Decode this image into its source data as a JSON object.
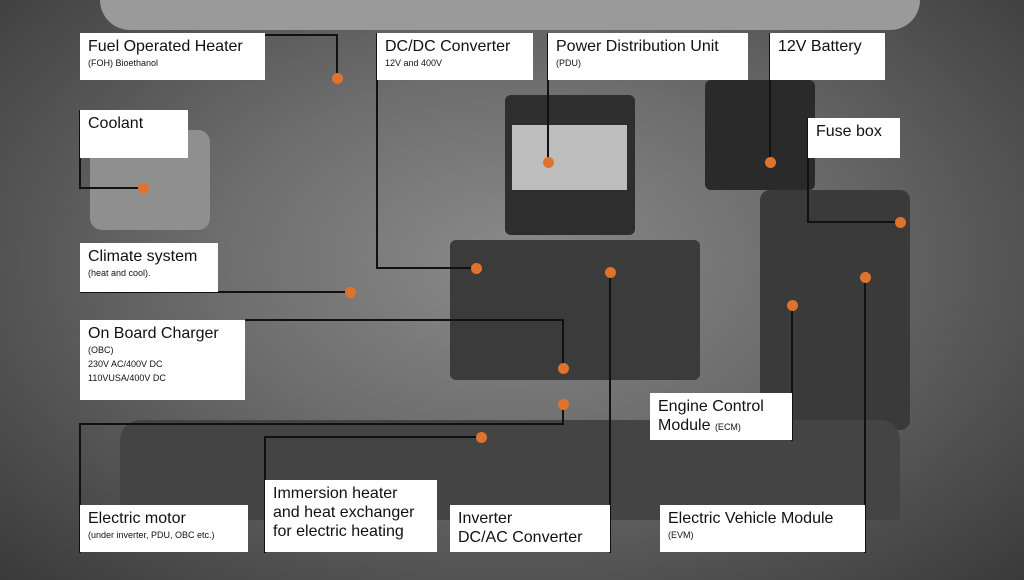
{
  "title": "Electric vehicle engine bay components",
  "colors": {
    "marker": "#e0732b",
    "leader": "#111111",
    "label_bg": "#ffffff"
  },
  "labels": {
    "foh": {
      "title": "Fuel Operated Heater",
      "sub": "(FOH) Bioethanol"
    },
    "dcdc": {
      "title": "DC/DC Converter",
      "sub": "12V and 400V"
    },
    "pdu": {
      "title": "Power Distribution Unit",
      "sub": "(PDU)"
    },
    "battery": {
      "title": "12V Battery"
    },
    "fuse": {
      "title": "Fuse box"
    },
    "coolant": {
      "title": "Coolant"
    },
    "climate": {
      "title": "Climate system",
      "sub": "(heat and cool)."
    },
    "obc": {
      "title": "On Board Charger",
      "sub1": "(OBC)",
      "sub2": "230V AC/400V DC",
      "sub3": "110VUSA/400V DC"
    },
    "motor": {
      "title": "Electric motor",
      "sub": "(under inverter, PDU, OBC etc.)"
    },
    "immersion": {
      "line1": "Immersion heater",
      "line2": "and heat exchanger",
      "line3": "for electric heating"
    },
    "inverter": {
      "line1": "Inverter",
      "line2": "DC/AC Converter"
    },
    "ecm": {
      "line1": "Engine Control",
      "line2": "Module",
      "abbr": "(ECM)"
    },
    "evm": {
      "title": "Electric Vehicle Module",
      "sub": "(EVM)"
    }
  }
}
